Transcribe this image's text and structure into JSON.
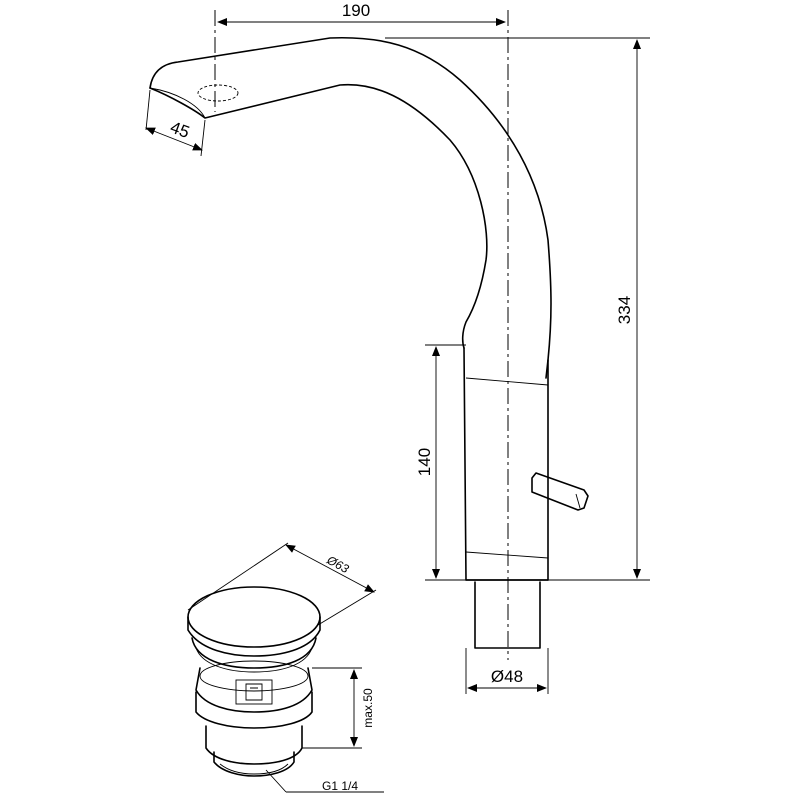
{
  "dimensions": {
    "width_top": "190",
    "spout_width": "45",
    "total_height": "334",
    "body_height": "140",
    "body_diameter": "Ø48",
    "drain_diameter": "Ø63",
    "drain_height": "max.50",
    "drain_thread": "G1 1/4"
  }
}
